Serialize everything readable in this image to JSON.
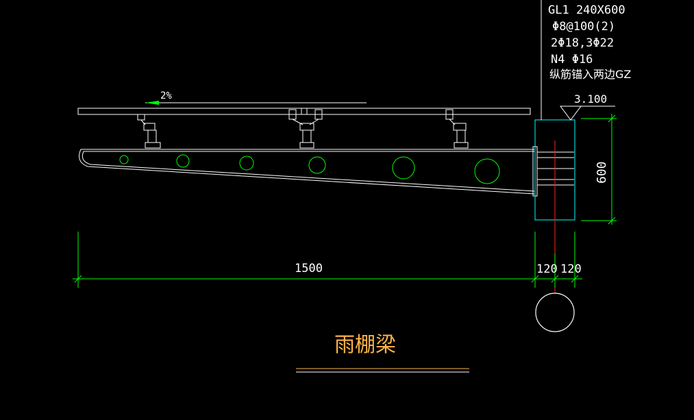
{
  "colors": {
    "background": "#000000",
    "linework": "#ffffff",
    "dimension": "#00ff00",
    "text": "#ffffff",
    "title": "#ffb347",
    "axis": "#ff2020",
    "column": "#00ffff",
    "slope_arrow": "#00ff00"
  },
  "annotation": {
    "line1": "GL1 240X600",
    "line2": "Φ8@100(2)",
    "line3": "2Φ18,3Φ22",
    "line4": "N4 Φ16",
    "line5": "纵筋锚入两边GZ"
  },
  "slope_label": "2%",
  "elevation_label": "3.100",
  "dimensions": {
    "beam_depth": "600",
    "cantilever_length": "1500",
    "left_half_width": "120",
    "right_half_width": "120"
  },
  "title": "雨棚梁"
}
